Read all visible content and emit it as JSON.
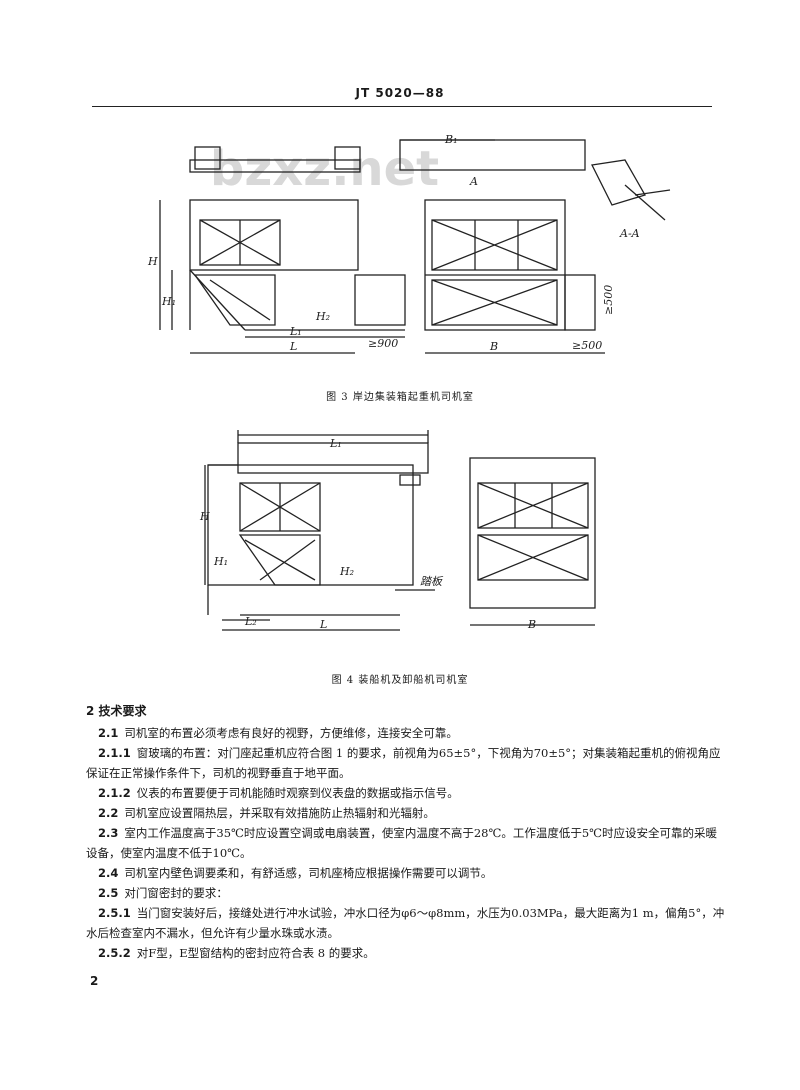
{
  "header": {
    "code": "JT 5020—88"
  },
  "figure3": {
    "caption": "图 3 岸边集装箱起重机司机室",
    "watermark": "bzxz.net",
    "labels": {
      "B1": "B₁",
      "B": "B",
      "A": "A",
      "AA": "A-A",
      "H": "H",
      "H1": "H₁",
      "H2": "H₂",
      "L": "L",
      "L1": "L₁",
      "d900": "≥900",
      "d500": "≥500",
      "d500v": "≥500"
    }
  },
  "figure4": {
    "caption": "图 4 装船机及卸船机司机室",
    "labels": {
      "L1": "L₁",
      "L": "L",
      "L2": "L₂",
      "H": "H",
      "H1": "H₁",
      "H2": "H₂",
      "B": "B",
      "pedal": "踏板"
    }
  },
  "section": {
    "title": "2  技术要求"
  },
  "paragraphs": [
    {
      "num": "2.1",
      "text": "司机室的布置必须考虑有良好的视野，方便维修，连接安全可靠。"
    },
    {
      "num": "2.1.1",
      "text": "窗玻璃的布置：对门座起重机应符合图 1 的要求，前视角为65±5°，下视角为70±5°；对集装箱起重机的俯视角应保证在正常操作条件下，司机的视野垂直于地平面。"
    },
    {
      "num": "2.1.2",
      "text": "仪表的布置要便于司机能随时观察到仪表盘的数据或指示信号。"
    },
    {
      "num": "2.2",
      "text": "司机室应设置隔热层，并采取有效措施防止热辐射和光辐射。"
    },
    {
      "num": "2.3",
      "text": "室内工作温度高于35℃时应设置空调或电扇装置，使室内温度不高于28℃。工作温度低于5℃时应设安全可靠的采暖设备，使室内温度不低于10℃。"
    },
    {
      "num": "2.4",
      "text": "司机室内壁色调要柔和，有舒适感，司机座椅应根据操作需要可以调节。"
    },
    {
      "num": "2.5",
      "text": "对门窗密封的要求："
    },
    {
      "num": "2.5.1",
      "text": "当门窗安装好后，接缝处进行冲水试验，冲水口径为φ6～φ8mm，水压为0.03MPa，最大距离为1 m，偏角5°，冲水后检查室内不漏水，但允许有少量水珠或水渍。"
    },
    {
      "num": "2.5.2",
      "text": "对F型，E型窗结构的密封应符合表 8 的要求。"
    }
  ],
  "page_number": "2"
}
